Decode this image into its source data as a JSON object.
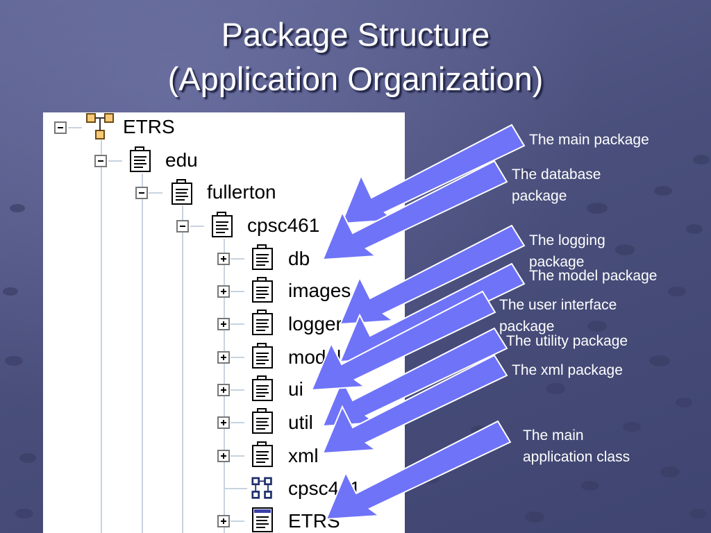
{
  "title": {
    "line1": "Package Structure",
    "line2": "(Application Organization)"
  },
  "tree": {
    "root": "ETRS",
    "edu": "edu",
    "fullerton": "fullerton",
    "cpsc461": "cpsc461",
    "db": "db",
    "images": "images",
    "logger": "logger",
    "model": "model",
    "ui": "ui",
    "util": "util",
    "xml": "xml",
    "cpsc461_class": "cpsc461",
    "etrs_class": "ETRS"
  },
  "annotations": {
    "main_package": "The main package",
    "database_package": [
      "The database",
      "package"
    ],
    "logging_package": [
      "The logging",
      "package"
    ],
    "model_package": "The model package",
    "ui_package": [
      "The user interface",
      "package"
    ],
    "utility_package": "The utility package",
    "xml_package": "The xml package",
    "main_class": [
      "The main",
      "application class"
    ]
  },
  "colors": {
    "background": "#4a4f7c",
    "arrow_fill": "#6f73f8",
    "arrow_stroke": "#ffffff",
    "tree_line": "#c7d3e0"
  }
}
